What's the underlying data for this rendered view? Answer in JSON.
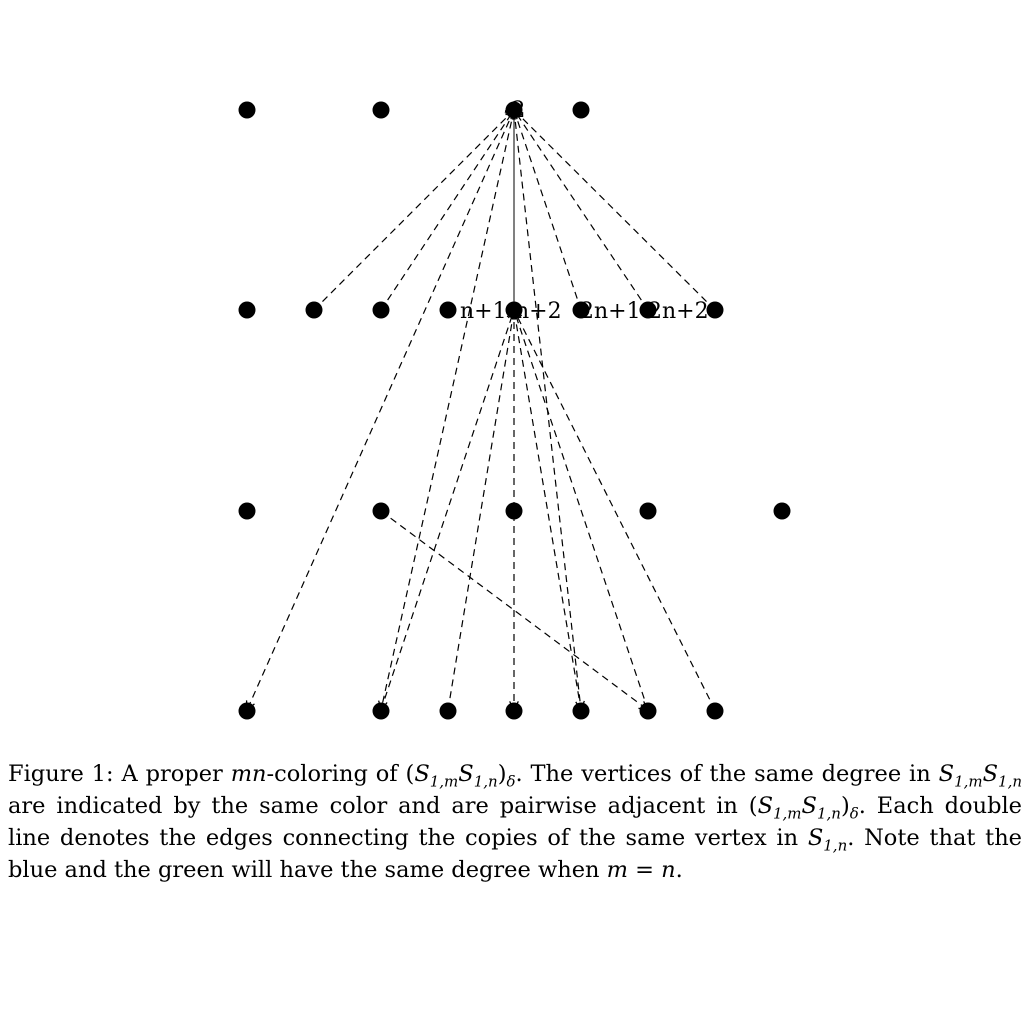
{
  "diagram": {
    "labels": {
      "top_overlay": "-2",
      "row2": [
        "n+1",
        "n+2",
        "2n+1",
        "2n+2"
      ]
    }
  },
  "caption": {
    "figure_label": "Figure 1:",
    "line1_a": "A proper ",
    "mn": "mn",
    "line1_b": "-coloring of (",
    "S": "S",
    "sub_1m": "1,m",
    "sub_1n": "1,n",
    "sub_delta": "δ",
    "text_a": ". The vertices of the same degree in ",
    "text_b": " are indicated by the same color and are pairwise adjacent in (",
    "text_c": ". Each double line denotes the edges connecting the copies of the same vertex in ",
    "text_d": ". Note that the blue and the green will have the same degree when ",
    "when_eq": "m = n",
    "period": "."
  }
}
